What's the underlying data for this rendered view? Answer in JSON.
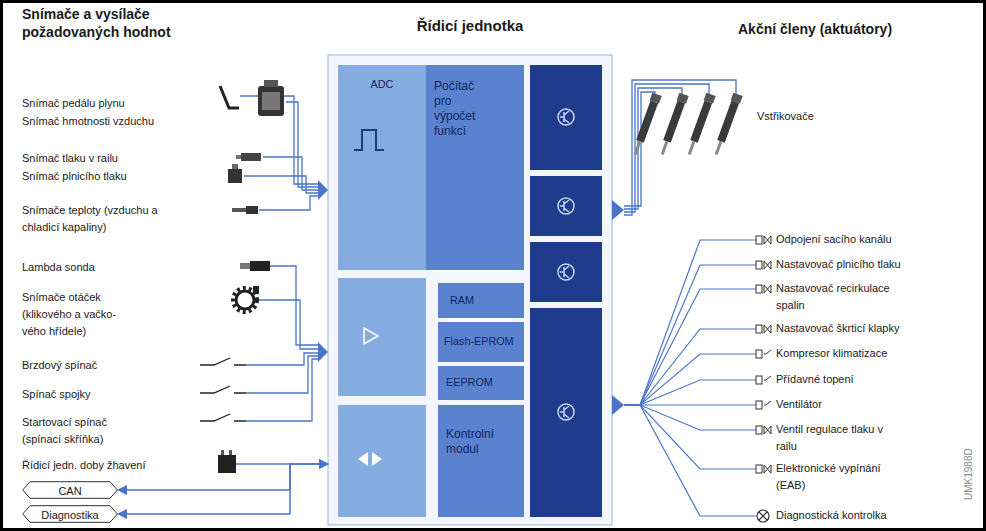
{
  "diagram": {
    "nodes": [
      {
        "text": [
          "Řídicí jednotka"
        ]
      },
      {
        "text": [
          "ADC"
        ],
        "in": 0
      },
      {
        "text": [
          "Počítač pro výpočet funkcí"
        ],
        "in": 0
      },
      {
        "text": [
          "RAM"
        ],
        "in": 0
      },
      {
        "text": [
          "Flash-EPROM"
        ],
        "in": 0
      },
      {
        "text": [
          "EEPROM"
        ],
        "in": 0
      },
      {
        "text": [
          "Kontrolní modul"
        ],
        "in": 0
      },
      {
        "text": [
          "CAN"
        ]
      },
      {
        "text": [
          "Diagnostika"
        ]
      }
    ],
    "edges": [
      {
        "from": 7,
        "to": 0,
        "arrow": "both"
      },
      {
        "from": 8,
        "to": 0,
        "arrow": "both"
      }
    ],
    "labels": [
      "Snímače a vysílače požadovaných hodnot",
      "Akční členy (aktuátory)",
      "Snímač pedálu plynu",
      "Snímač hmotnosti vzduchu",
      "Snímač tlaku v railu",
      "Snímač plnicího tlaku",
      "Snímače teploty (vzduchu a chladicí kapaliny)",
      "Lambda sonda",
      "Snímače otáček (klikového a vačko- vého hřídele)",
      "Brzdový spínač",
      "Spínač spojky",
      "Startovací spínač (spínací skříňka)",
      "Řídicí jedn. doby žhavení",
      "Vstřikovače",
      "Odpojení sacího kanálu",
      "Nastavovač plnicího tlaku",
      "Nastavovač recirkulace spalin",
      "Nastavovač škrticí klapky",
      "Kompresor klimatizace",
      "Přídavné topení",
      "Ventilátor",
      "Ventil regulace tlaku v railu",
      "Elektronické vypínání (EAB)",
      "Diagnostická kontrolka",
      "UMK1988D"
    ]
  }
}
